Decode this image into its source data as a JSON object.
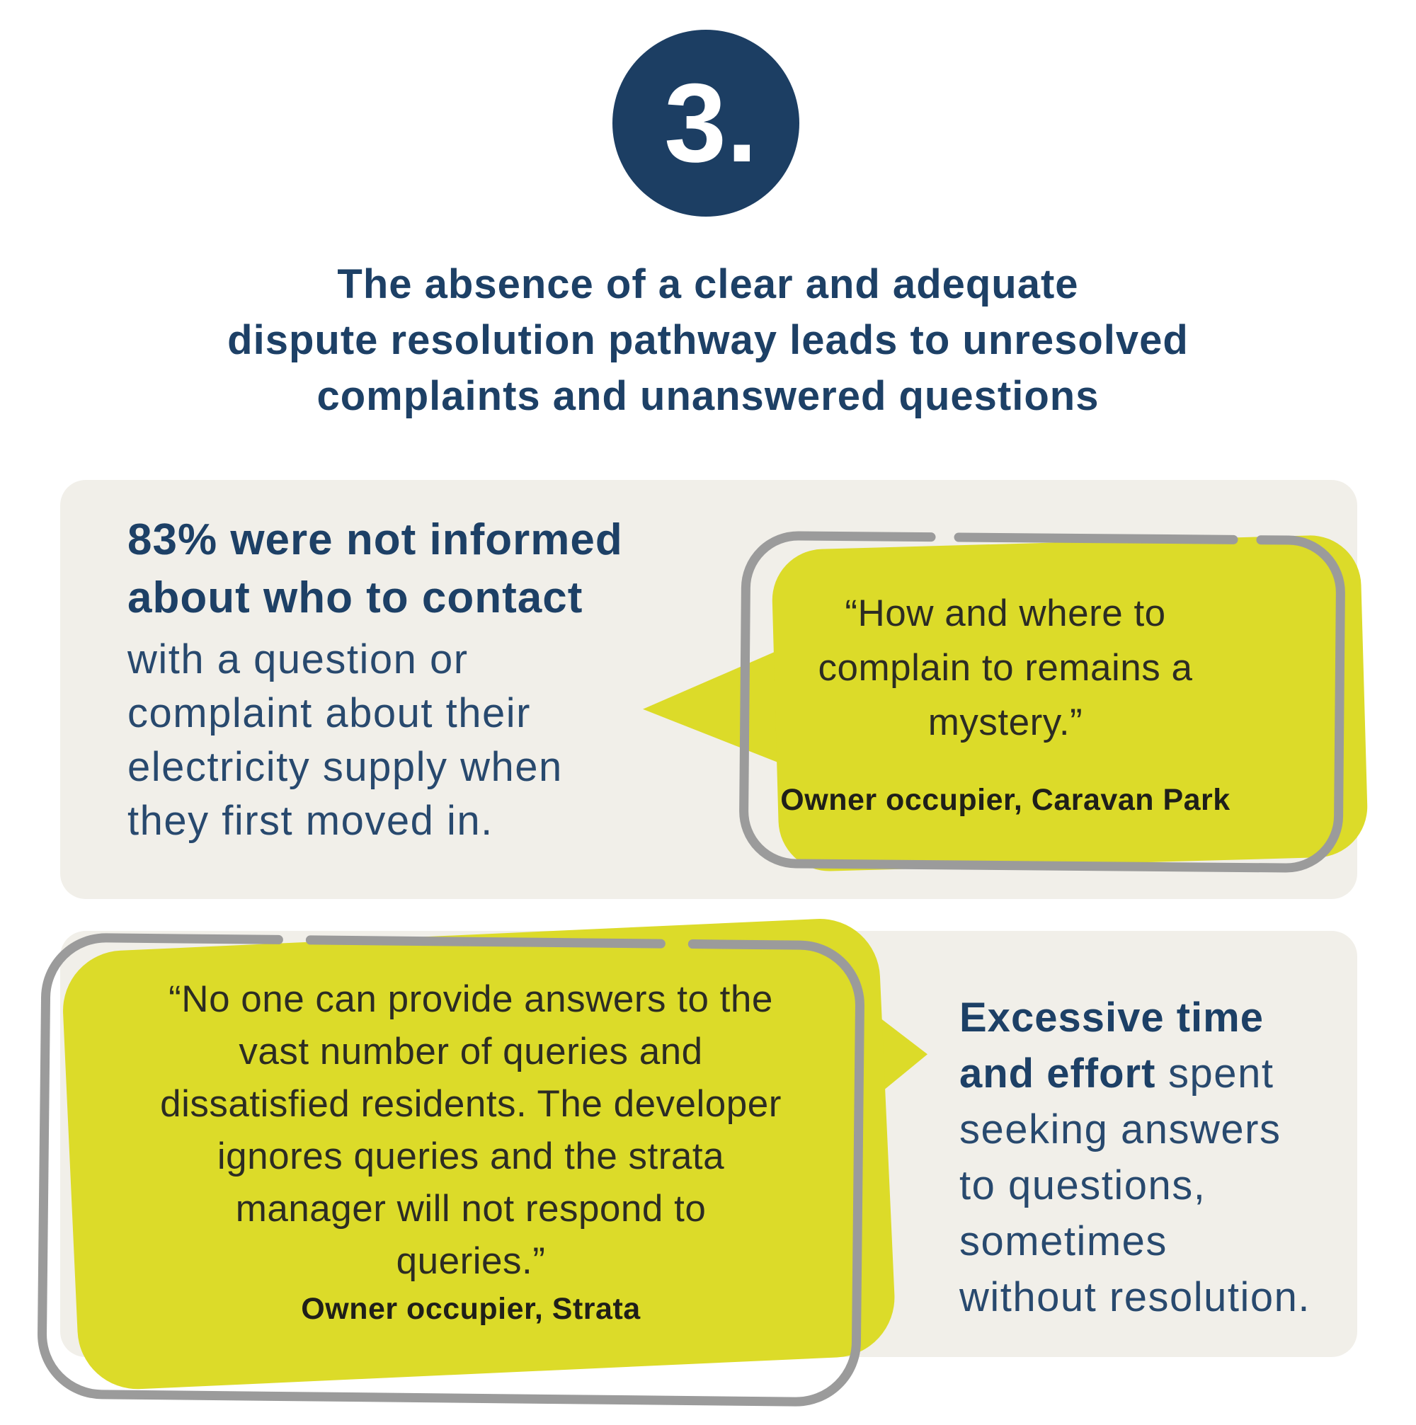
{
  "badge": {
    "number": "3."
  },
  "headline": {
    "line1": "The absence of a clear and adequate",
    "line2": "dispute resolution pathway leads to unresolved",
    "line3": "complaints and unanswered questions"
  },
  "section1": {
    "stat": {
      "bold1": "83% were not informed",
      "bold2": "about who to contact",
      "reg1": "with a question or",
      "reg2": "complaint about their",
      "reg3": "electricity supply when",
      "reg4": "they first moved in."
    },
    "quote": {
      "line1": "“How and where to",
      "line2": "complain to remains a",
      "line3": "mystery.”",
      "attribution": "Owner occupier, Caravan Park"
    }
  },
  "section2": {
    "quote": {
      "line1": "“No one can provide answers to the",
      "line2": "vast number of queries and",
      "line3": "dissatisfied residents. The developer",
      "line4": "ignores queries and the strata",
      "line5": "manager will not respond to",
      "line6": "queries.”",
      "attribution": "Owner occupier, Strata"
    },
    "statement": {
      "bold1": "Excessive time",
      "bold2": "and effort",
      "reg2": " spent",
      "reg3": "seeking answers",
      "reg4": "to questions,",
      "reg5": "sometimes",
      "reg6": "without resolution."
    }
  },
  "colors": {
    "page_bg": "#ffffff",
    "navy": "#1c3e63",
    "headline_text": "#1d4066",
    "body_text": "#28496e",
    "panel_bg": "#f1efe9",
    "bubble_yellow": "#dcdb29",
    "sketch_outline": "#9b9b9b",
    "quote_text": "#2c2c23",
    "attribution_text": "#1f1f19",
    "badge_number": "#ffffff"
  }
}
